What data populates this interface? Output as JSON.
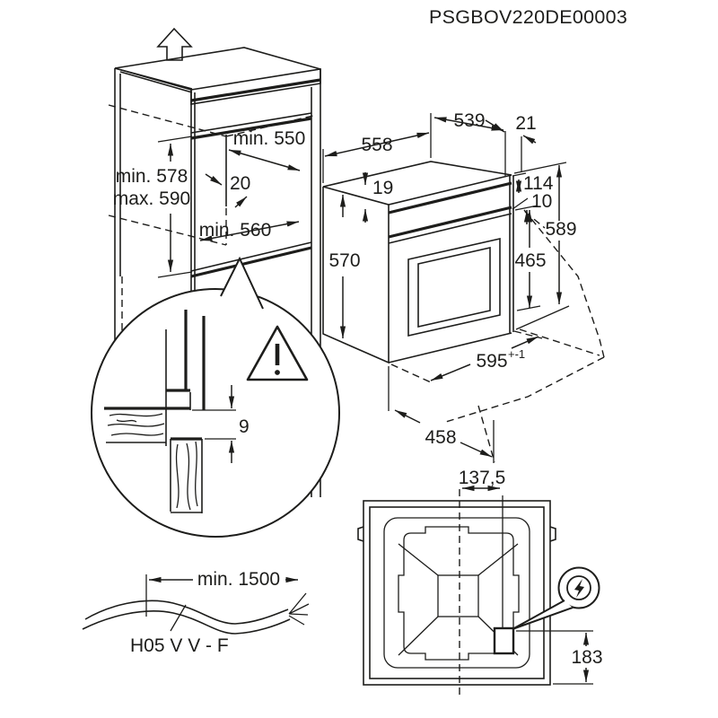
{
  "title": "PSGBOV220DE00003",
  "cabinet": {
    "niche_depth": "min. 550",
    "vent_gap": "20",
    "niche_width": "min. 560",
    "niche_height_min": "min. 578",
    "niche_height_max": "max. 590"
  },
  "detail": {
    "panel_gap": "9"
  },
  "oven": {
    "top_width": "558",
    "top_depth": "539",
    "front_offset": "21",
    "top_trim": "19",
    "control_panel_height": "114",
    "door_gap": "10",
    "total_height": "589",
    "door_height": "465",
    "side_height": "570",
    "front_width": "595",
    "front_width_tolerance": "+-1",
    "body_depth": "458"
  },
  "rear": {
    "connection_offset_x": "137,5",
    "connection_offset_y": "183"
  },
  "cable": {
    "min_length": "min. 1500",
    "cable_type": "H05 V V - F"
  }
}
